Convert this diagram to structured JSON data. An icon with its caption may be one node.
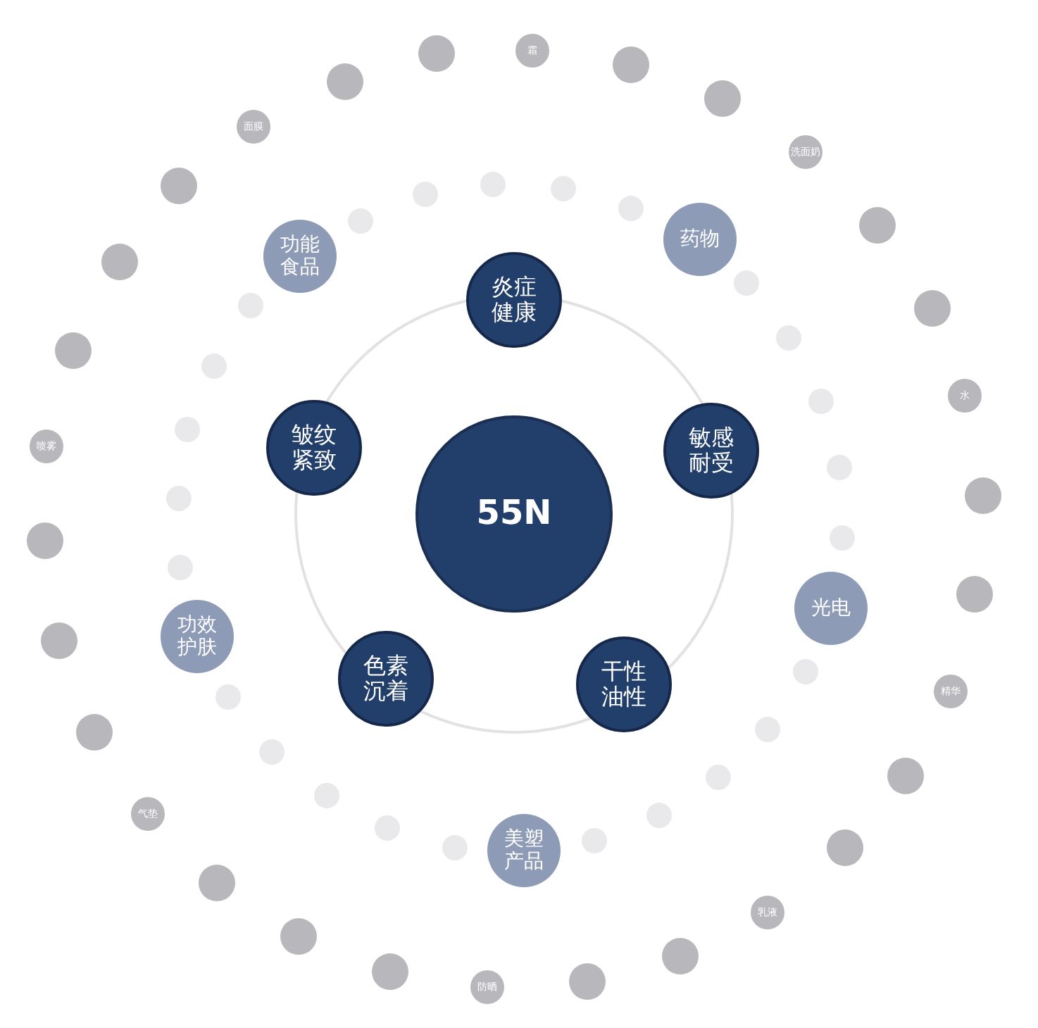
{
  "diagram": {
    "nodes": [
      {
        "text": [
          "55N"
        ]
      },
      {
        "text": [
          "炎症健康"
        ]
      },
      {
        "text": [
          "敏感耐受"
        ]
      },
      {
        "text": [
          "干性油性"
        ]
      },
      {
        "text": [
          "色素沉着"
        ]
      },
      {
        "text": [
          "皱纹紧致"
        ]
      },
      {
        "text": [
          "功能食品"
        ]
      },
      {
        "text": [
          "药物"
        ]
      },
      {
        "text": [
          "光电"
        ]
      },
      {
        "text": [
          "美塑产品"
        ]
      },
      {
        "text": [
          "功效护肤"
        ]
      },
      {
        "text": [
          "霜"
        ]
      },
      {
        "text": [],
        "shape": "circle"
      },
      {
        "text": [],
        "shape": "circle"
      },
      {
        "text": [
          "洗面奶"
        ]
      },
      {
        "text": [],
        "shape": "circle"
      },
      {
        "text": [],
        "shape": "circle"
      },
      {
        "text": [
          "水"
        ]
      },
      {
        "text": [],
        "shape": "circle"
      },
      {
        "text": [],
        "shape": "circle"
      },
      {
        "text": [
          "精华"
        ]
      },
      {
        "text": [],
        "shape": "circle"
      },
      {
        "text": [],
        "shape": "circle"
      },
      {
        "text": [
          "乳液"
        ]
      },
      {
        "text": [],
        "shape": "circle"
      },
      {
        "text": [],
        "shape": "circle"
      },
      {
        "text": [
          "防晒"
        ]
      },
      {
        "text": [],
        "shape": "circle"
      },
      {
        "text": [],
        "shape": "circle"
      },
      {
        "text": [],
        "shape": "circle"
      },
      {
        "text": [
          "气垫"
        ]
      },
      {
        "text": [],
        "shape": "circle"
      },
      {
        "text": [],
        "shape": "circle"
      },
      {
        "text": [],
        "shape": "circle"
      },
      {
        "text": [
          "喷雾"
        ]
      },
      {
        "text": [],
        "shape": "circle"
      },
      {
        "text": [],
        "shape": "circle"
      },
      {
        "text": [],
        "shape": "circle"
      },
      {
        "text": [
          "面膜"
        ]
      },
      {
        "text": [],
        "shape": "circle"
      },
      {
        "text": [],
        "shape": "circle"
      }
    ]
  }
}
